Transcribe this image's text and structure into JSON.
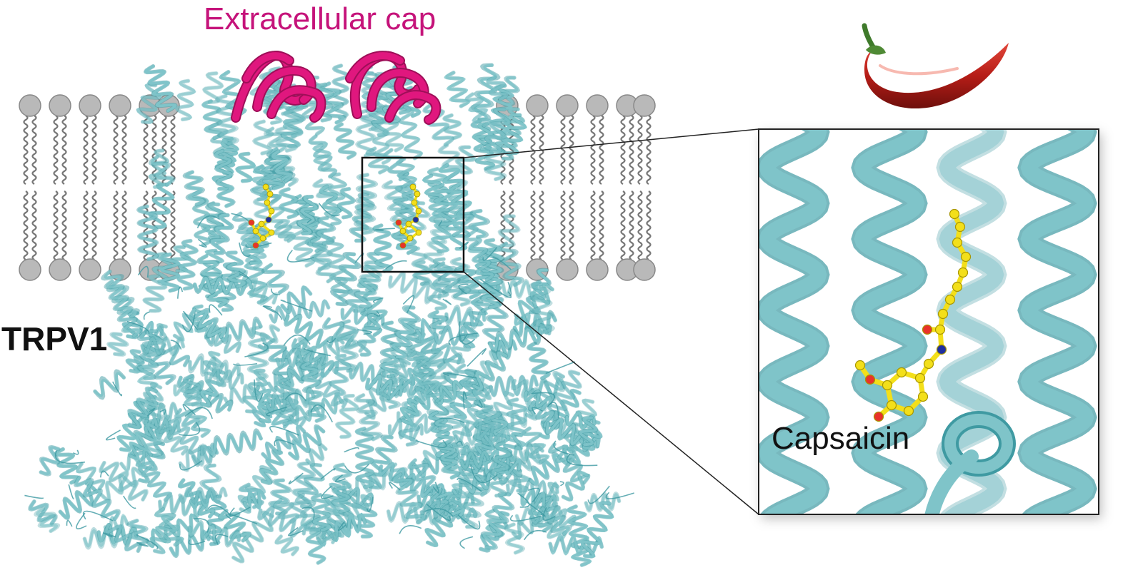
{
  "labels": {
    "extracellular_cap": "Extracellular cap",
    "protein": "TRPV1",
    "ligand": "Capsaicin"
  },
  "colors": {
    "protein": "#7fc4c9",
    "protein_dark": "#3f9aa2",
    "cap": "#e0177e",
    "cap_text": "#c5137a",
    "ligand": "#f3df1a",
    "oxygen": "#e8322a",
    "nitrogen": "#1e2fa0",
    "lipid_head": "#b9b9b9",
    "pepper": "#c0241d",
    "stem": "#3f7a2b"
  },
  "icons": {
    "pepper": "chili-pepper-icon"
  }
}
